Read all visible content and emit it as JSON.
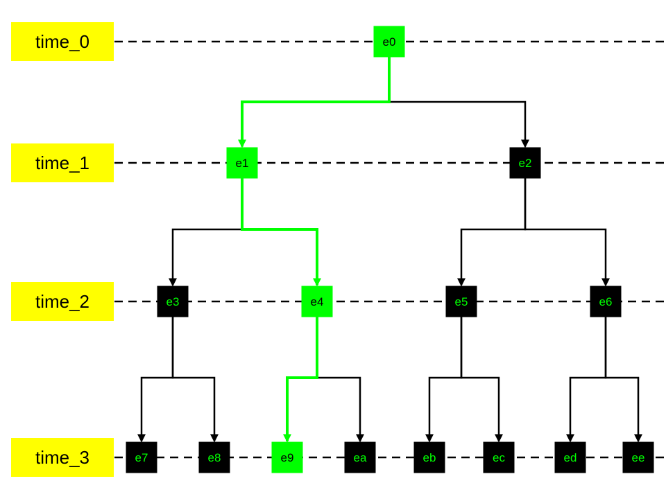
{
  "colors": {
    "background": "#ffffff",
    "label_fill": "#ffff00",
    "highlight": "#00ff00",
    "normal_node": "#000000",
    "edge_normal": "#000000"
  },
  "timelines": [
    {
      "id": "t0",
      "label": "time_0"
    },
    {
      "id": "t1",
      "label": "time_1"
    },
    {
      "id": "t2",
      "label": "time_2"
    },
    {
      "id": "t3",
      "label": "time_3"
    }
  ],
  "nodes": [
    {
      "id": "e0",
      "label": "e0",
      "level": 0,
      "highlighted": true
    },
    {
      "id": "e1",
      "label": "e1",
      "level": 1,
      "highlighted": true
    },
    {
      "id": "e2",
      "label": "e2",
      "level": 1,
      "highlighted": false
    },
    {
      "id": "e3",
      "label": "e3",
      "level": 2,
      "highlighted": false
    },
    {
      "id": "e4",
      "label": "e4",
      "level": 2,
      "highlighted": true
    },
    {
      "id": "e5",
      "label": "e5",
      "level": 2,
      "highlighted": false
    },
    {
      "id": "e6",
      "label": "e6",
      "level": 2,
      "highlighted": false
    },
    {
      "id": "e7",
      "label": "e7",
      "level": 3,
      "highlighted": false
    },
    {
      "id": "e8",
      "label": "e8",
      "level": 3,
      "highlighted": false
    },
    {
      "id": "e9",
      "label": "e9",
      "level": 3,
      "highlighted": true
    },
    {
      "id": "ea",
      "label": "ea",
      "level": 3,
      "highlighted": false
    },
    {
      "id": "eb",
      "label": "eb",
      "level": 3,
      "highlighted": false
    },
    {
      "id": "ec",
      "label": "ec",
      "level": 3,
      "highlighted": false
    },
    {
      "id": "ed",
      "label": "ed",
      "level": 3,
      "highlighted": false
    },
    {
      "id": "ee",
      "label": "ee",
      "level": 3,
      "highlighted": false
    }
  ],
  "edges": [
    {
      "from": "e0",
      "to": "e1",
      "highlighted": true
    },
    {
      "from": "e0",
      "to": "e2",
      "highlighted": false
    },
    {
      "from": "e1",
      "to": "e3",
      "highlighted": false
    },
    {
      "from": "e1",
      "to": "e4",
      "highlighted": true
    },
    {
      "from": "e2",
      "to": "e5",
      "highlighted": false
    },
    {
      "from": "e2",
      "to": "e6",
      "highlighted": false
    },
    {
      "from": "e3",
      "to": "e7",
      "highlighted": false
    },
    {
      "from": "e3",
      "to": "e8",
      "highlighted": false
    },
    {
      "from": "e4",
      "to": "e9",
      "highlighted": true
    },
    {
      "from": "e4",
      "to": "ea",
      "highlighted": false
    },
    {
      "from": "e5",
      "to": "eb",
      "highlighted": false
    },
    {
      "from": "e5",
      "to": "ec",
      "highlighted": false
    },
    {
      "from": "e6",
      "to": "ed",
      "highlighted": false
    },
    {
      "from": "e6",
      "to": "ee",
      "highlighted": false
    }
  ]
}
